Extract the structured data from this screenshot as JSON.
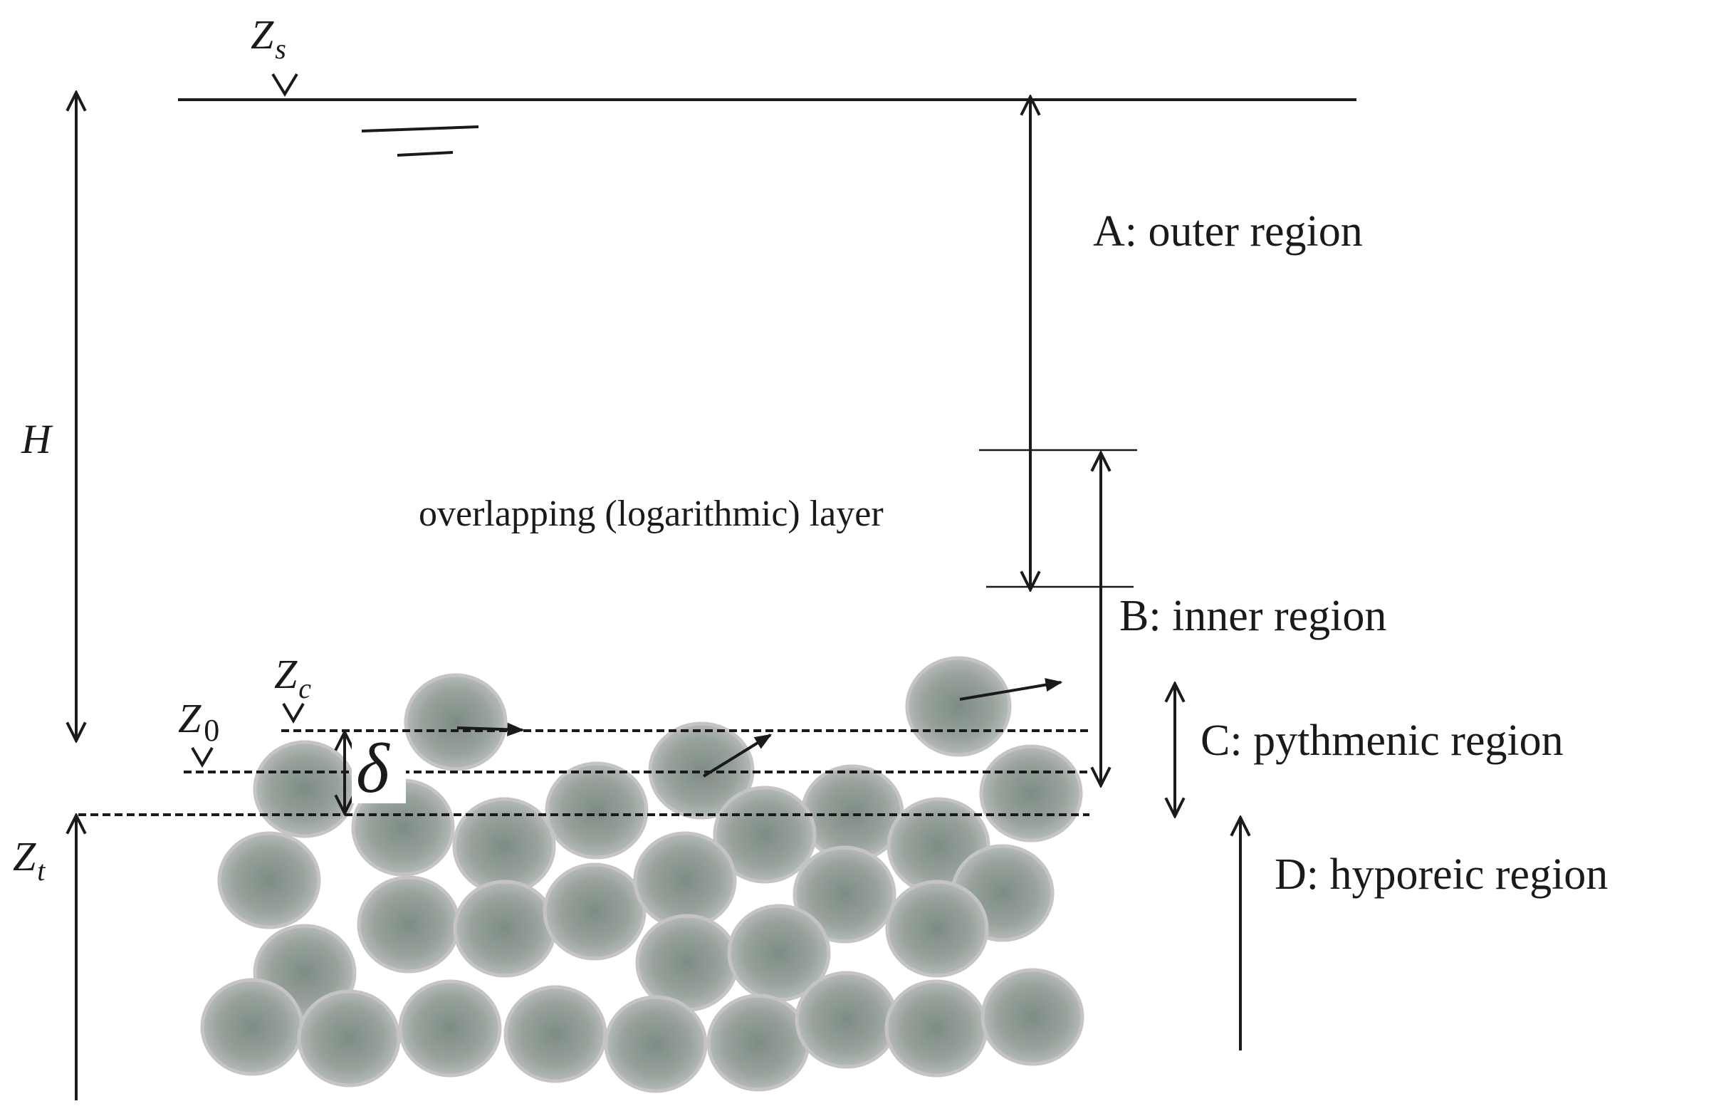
{
  "labels": {
    "zs": {
      "main": "Z",
      "sub": "s"
    },
    "zc": {
      "main": "Z",
      "sub": "c"
    },
    "z0": {
      "main": "Z",
      "sub": "0"
    },
    "zt": {
      "main": "Z",
      "sub": "t"
    },
    "h": "H",
    "delta": "δ"
  },
  "regions": {
    "a": "A: outer region",
    "b": "B: inner region",
    "c": "C: pythmenic region",
    "d": "D: hyporeic region"
  },
  "overlap_label": "overlapping (logarithmic) layer",
  "colors": {
    "ink": "#1a1a1a",
    "grain_center": "#7f8c85",
    "grain_edge": "#b6bab7",
    "grain_outline": "#c4c4c4"
  }
}
